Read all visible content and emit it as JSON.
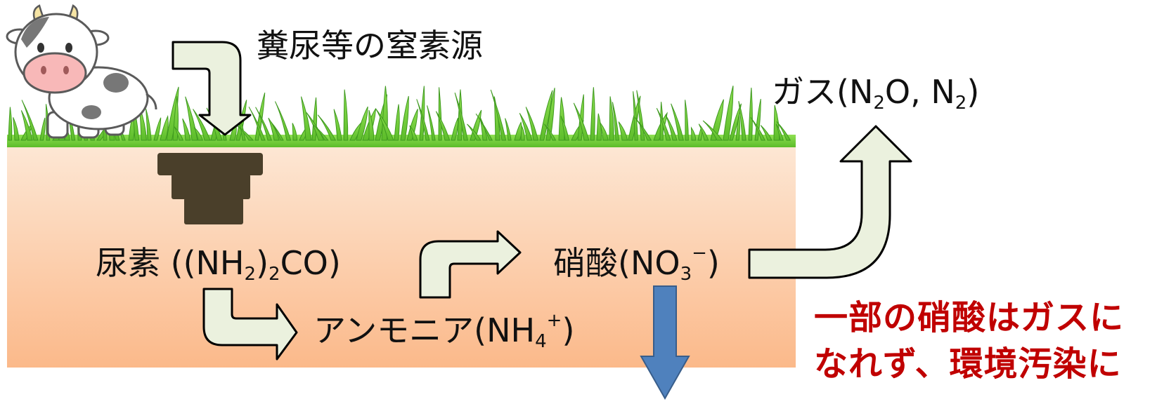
{
  "labels": {
    "source": "糞尿等の窒素源",
    "gas_prefix": "ガス(N",
    "gas_sub1": "2",
    "gas_mid": "O, N",
    "gas_sub2": "2",
    "gas_suffix": ")",
    "urea_prefix": "尿素 ((NH",
    "urea_sub1": "2",
    "urea_mid": ")",
    "urea_sub2": "2",
    "urea_suffix": "CO)",
    "nitrate_prefix": "硝酸(NO",
    "nitrate_sub": "3",
    "nitrate_sup": "−",
    "nitrate_suffix": ")",
    "ammonia_prefix": "アンモニア(NH",
    "ammonia_sub": "4",
    "ammonia_sup": "+",
    "ammonia_suffix": ")"
  },
  "warning": {
    "line1": "一部の硝酸はガスに",
    "line2": "なれず、環境汚染に"
  },
  "colors": {
    "soil_top": "#fde8d6",
    "soil_bottom": "#fbb98a",
    "grass": "#6cc93a",
    "grass_dark": "#3f9a1f",
    "arrow_fill": "#ebf1de",
    "arrow_stroke": "#000000",
    "leach_arrow": "#4f81bd",
    "dung": "#4a3f2a",
    "warning_text": "#c00000"
  },
  "icons": [
    "cow-icon",
    "dung-pile-icon"
  ]
}
